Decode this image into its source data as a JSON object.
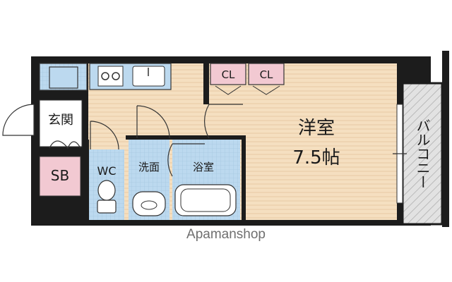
{
  "floorplan": {
    "rooms": {
      "genkan": "玄関",
      "sb": "SB",
      "wc": "WC",
      "senmen": "洗面",
      "yokushitsu": "浴室",
      "youshitsu": "洋室",
      "youshitsu_size": "7.5帖",
      "closet_1": "CL",
      "closet_2": "CL",
      "balcony": "バルコニー"
    },
    "watermark": "Apamanshop"
  },
  "colors": {
    "main_floor": "#f5dfc0",
    "wet_area": "#b9d7ee",
    "closet": "#f2c9d2",
    "wall": "#1c1c1c",
    "balcony": "#dcdcdc"
  }
}
